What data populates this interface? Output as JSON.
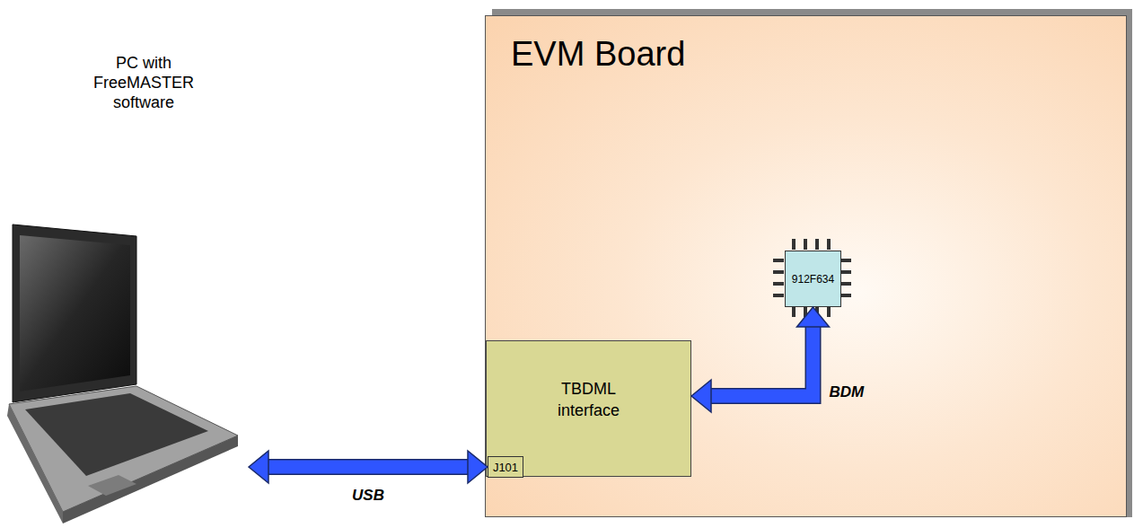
{
  "diagram": {
    "nodes": [
      {
        "text": [
          "PC with FreeMASTER software"
        ]
      },
      {
        "text": [
          "EVM Board"
        ]
      },
      {
        "text": [
          "TBDML interface"
        ],
        "in": 1
      },
      {
        "text": [
          "J101"
        ],
        "in": 2
      },
      {
        "text": [
          "912F634"
        ],
        "in": 1
      }
    ],
    "edges": [
      {
        "from": 0,
        "to": 3,
        "arrow": "both",
        "label": "USB"
      },
      {
        "from": 2,
        "to": 4,
        "arrow": "both",
        "label": "BDM"
      }
    ]
  }
}
